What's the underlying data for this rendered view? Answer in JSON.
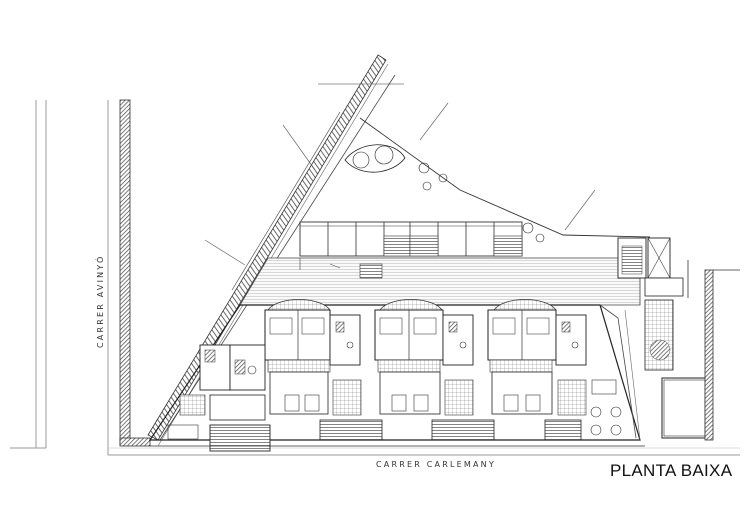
{
  "title": "PLANTA BAIXA",
  "streets": {
    "left": "CARRER AVINYÓ",
    "bottom": "CARRER CARLEMANY"
  }
}
